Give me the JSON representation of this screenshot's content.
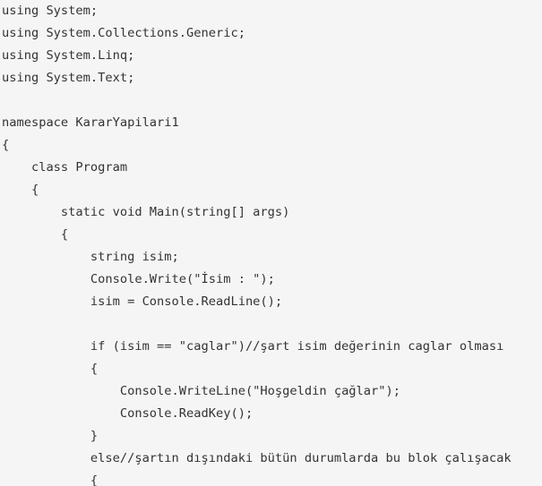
{
  "code_lines": [
    "using System;",
    "using System.Collections.Generic;",
    "using System.Linq;",
    "using System.Text;",
    "",
    "namespace KararYapilari1",
    "{",
    "    class Program",
    "    {",
    "        static void Main(string[] args)",
    "        {",
    "            string isim;",
    "            Console.Write(\"İsim : \");",
    "            isim = Console.ReadLine();",
    "",
    "            if (isim == \"caglar\")//şart isim değerinin caglar olması",
    "            {",
    "                Console.WriteLine(\"Hoşgeldin çağlar\");",
    "                Console.ReadKey();",
    "            }",
    "            else//şartın dışındaki bütün durumlarda bu blok çalışacak",
    "            {"
  ]
}
